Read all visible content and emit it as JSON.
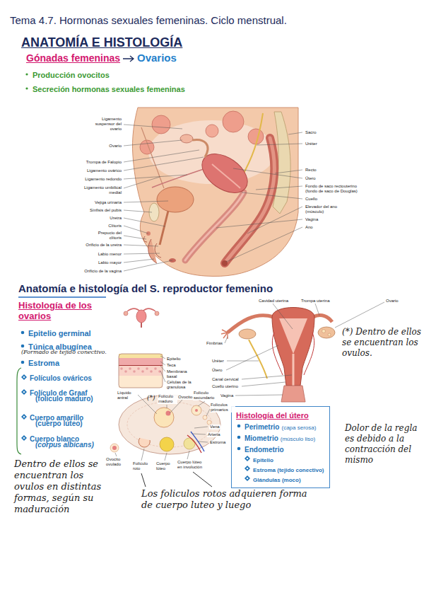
{
  "diagram": {
    "title": "Tema 4.7. Hormonas sexuales femeninas. Ciclo menstrual.",
    "nodes": [
      {
        "text": [
          "Histología del útero",
          "Perimetrio",
          "(capa serosa)",
          "Miometrio",
          "(músculo liso)",
          "Endometrio",
          "Epitelio",
          "Estroma (tejido conectivo)",
          "Glándulas (moco)"
        ]
      }
    ],
    "labels": [
      "ANATOMÍA E HISTOLOGÍA",
      "Gónadas femeninas",
      "Ovarios",
      "Producción ovocitos",
      "Secreción hormonas sexuales femeninas",
      "Ligamento suspensor del ovario",
      "Ovario",
      "Trompa de Falopio",
      "Ligamento ovárico",
      "Ligamento redondo",
      "Ligamento umbilical medial",
      "Vejiga urinaria",
      "Sínfisis del pubis",
      "Uretra",
      "Clítoris",
      "Prepucio del clítoris",
      "Orificio de la uretra",
      "Labio menor",
      "Labio mayor",
      "Orificio de la vagina",
      "Sacro",
      "Uréter",
      "Recto",
      "Útero",
      "Fondo de saco rectouterino (fondo de saco de Douglas)",
      "Cuello",
      "Elevador del ano (músculo)",
      "Vagina",
      "Ano",
      "Anatomía e histología del S. reproductor femenino",
      "Histología de los ovarios",
      "Epitelio germinal",
      "Túnica albugínea",
      "(Formado de tejido conectivo.",
      "Estroma",
      "Folículos ováricos",
      "Folículo de Graaf",
      "(folículo maduro)",
      "Cuerpo amarillo",
      "(cuerpo lúteo)",
      "Cuerpo blanco",
      "(corpus albicans)",
      "Dentro de ellos se encuentran los ovulos en distintas formas, según su maduración",
      "Epitelio",
      "Teca",
      "Membrana basal",
      "Células de la granulosa",
      "Líquido antral",
      "(*)",
      "Folículo maduro",
      "Ovocito",
      "Folículo secundario",
      "Folículos primarios",
      "Vena",
      "Arteria",
      "Estroma",
      "Ovocito ovulado",
      "Folículo roto",
      "Cuerpo lúteo",
      "Cuerpo lúteo en involución",
      "Los foliculos rotos adquieren forma de cuerpo luteo y luego",
      "Cavidad uterina",
      "Trompa uterina",
      "Ovario",
      "Fimbrias",
      "Uréter",
      "Útero",
      "Canal cervical",
      "Cuello uterino",
      "Vagina",
      "(*) Dentro de ellos se encuentran los ovulos.",
      "Dolor de la regla es debido a la contracción del mismo"
    ]
  }
}
